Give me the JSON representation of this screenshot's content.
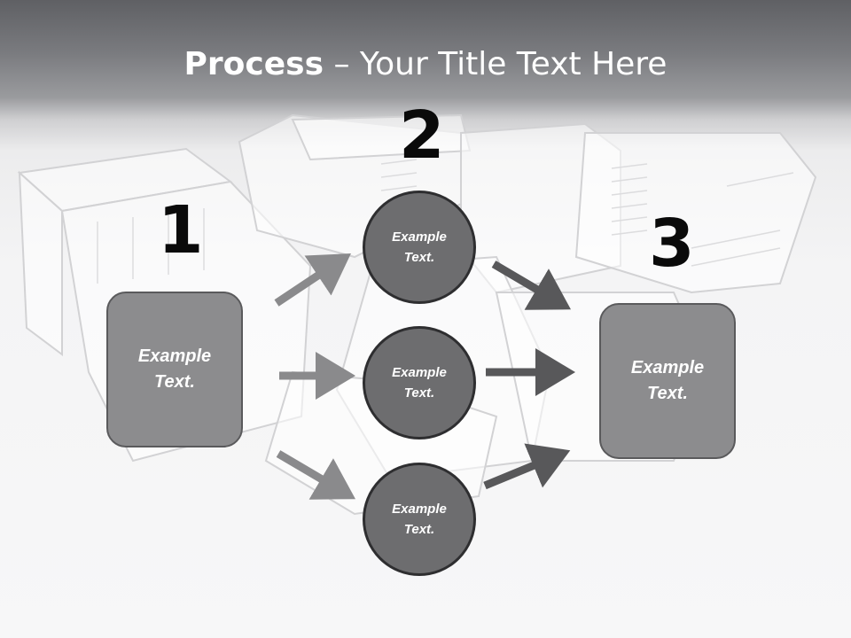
{
  "title": {
    "bold": "Process",
    "separator": " – ",
    "rest": "Your Title Text Here"
  },
  "steps": [
    {
      "number": "1"
    },
    {
      "number": "2"
    },
    {
      "number": "3"
    }
  ],
  "input_box": {
    "text": "Example\nText."
  },
  "middle_circles": [
    {
      "text": "Example\nText."
    },
    {
      "text": "Example\nText."
    },
    {
      "text": "Example\nText."
    }
  ],
  "output_box": {
    "text": "Example\nText."
  },
  "colors": {
    "box_fill": "#8c8c8e",
    "box_border": "#5a5a5c",
    "circle_fill": "#6d6d6f",
    "circle_border": "#2e2e30",
    "arrow_left": "#8a8a8c",
    "arrow_right": "#58585a",
    "number_color": "#0a0a0a"
  }
}
